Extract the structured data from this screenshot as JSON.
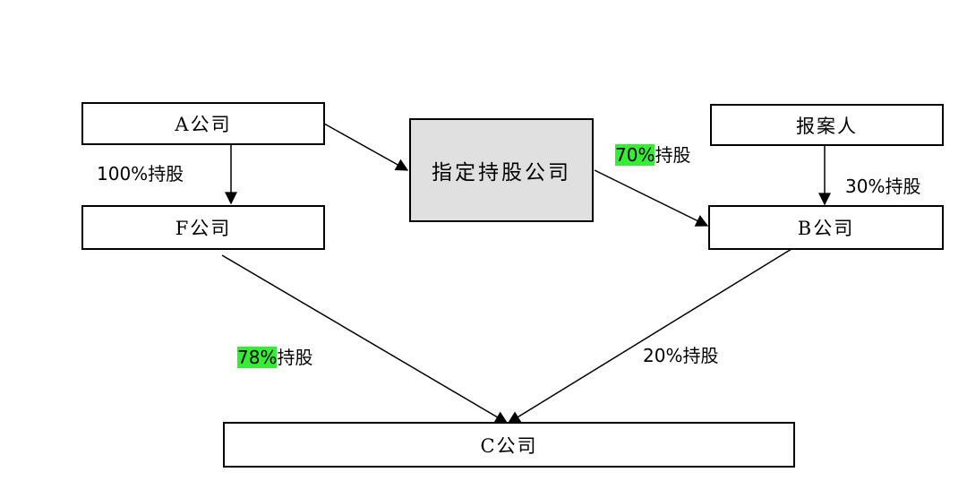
{
  "nodes": {
    "a": "A公司",
    "f": "F公司",
    "designated": "指定持股公司",
    "reporter": "报案人",
    "b": "B公司",
    "c": "C公司"
  },
  "edges": {
    "a_to_f": {
      "pct": "100%",
      "suffix": "持股",
      "highlight": false
    },
    "designated_to_b": {
      "pct": "70%",
      "suffix": "持股",
      "highlight": true
    },
    "reporter_to_b": {
      "pct": "30%",
      "suffix": "持股",
      "highlight": false
    },
    "f_to_c": {
      "pct": "78%",
      "suffix": "持股",
      "highlight": true
    },
    "b_to_c": {
      "pct": "20%",
      "suffix": "持股",
      "highlight": false
    }
  },
  "colors": {
    "highlight": "#33ee33",
    "shaded_box": "#e0e0e0",
    "line": "#000000"
  }
}
